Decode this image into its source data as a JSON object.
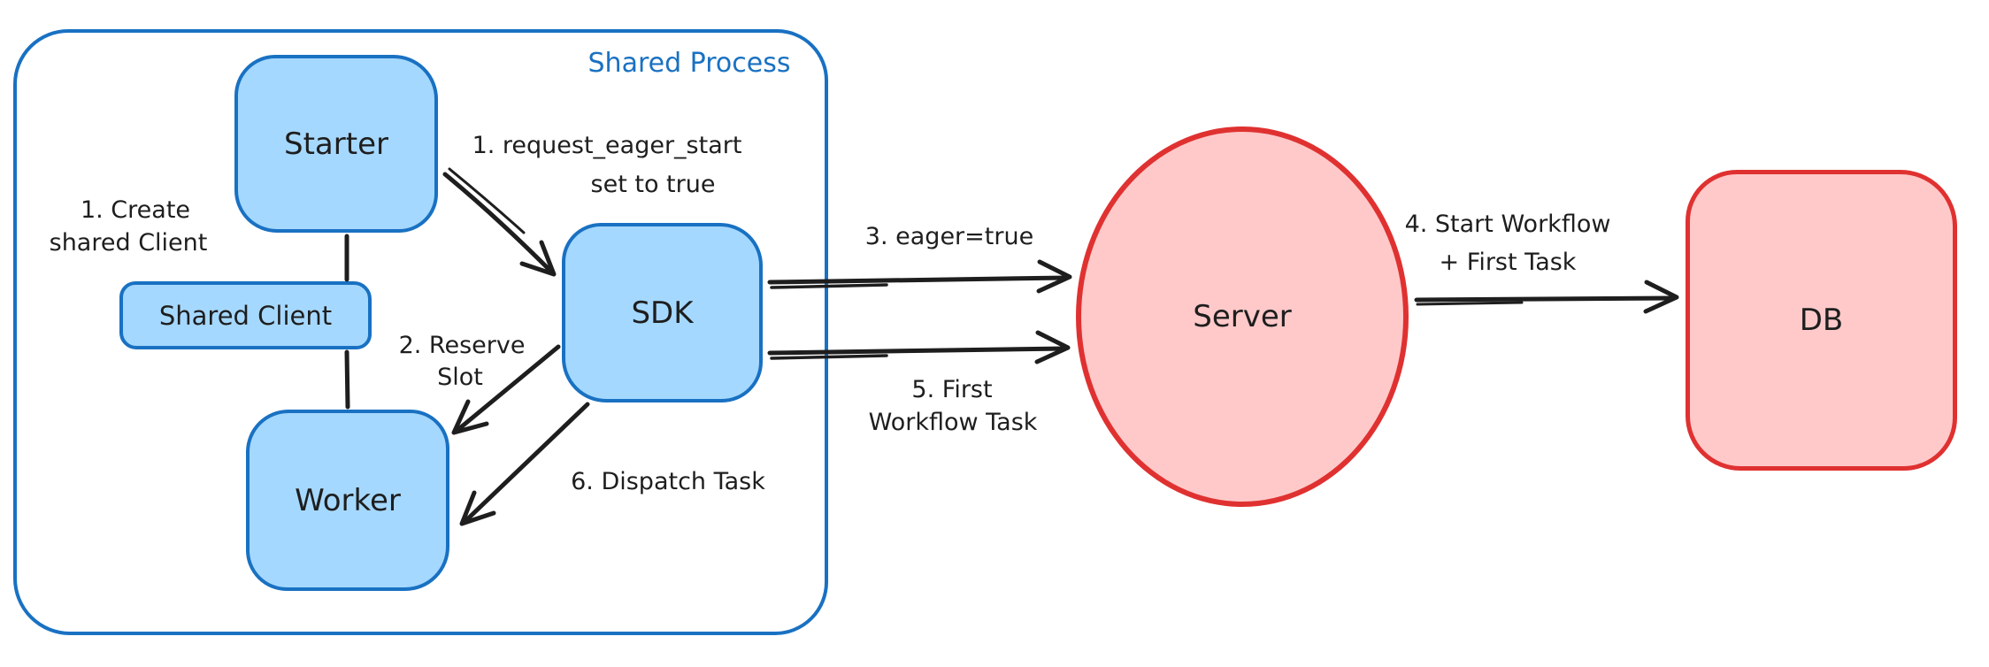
{
  "diagram": {
    "title": "Eager workflow start flow diagram",
    "container": {
      "label": "Shared Process"
    },
    "nodes": {
      "starter": {
        "label": "Starter"
      },
      "shared_client": {
        "label": "Shared Client"
      },
      "worker": {
        "label": "Worker"
      },
      "sdk": {
        "label": "SDK"
      },
      "server": {
        "label": "Server"
      },
      "db": {
        "label": "DB"
      }
    },
    "annotations": {
      "create_client_l1": "1. Create",
      "create_client_l2": "shared Client",
      "eager_start_l1": "1. request_eager_start",
      "eager_start_l2": "set to true",
      "reserve_l1": "2. Reserve",
      "reserve_l2": "Slot",
      "eager_true": "3. eager=true",
      "start_workflow_l1": "4. Start Workflow",
      "start_workflow_l2": "+ First Task",
      "first_task_l1": "5. First",
      "first_task_l2": "Workflow Task",
      "dispatch": "6. Dispatch Task"
    },
    "edges": [
      {
        "from": "starter",
        "to": "shared_client",
        "style": "line",
        "label": ""
      },
      {
        "from": "shared_client",
        "to": "worker",
        "style": "line",
        "label": ""
      },
      {
        "from": "starter",
        "to": "sdk",
        "style": "arrow",
        "label": "1. request_eager_start set to true"
      },
      {
        "from": "sdk",
        "to": "worker",
        "style": "arrow",
        "label": "2. Reserve Slot"
      },
      {
        "from": "sdk",
        "to": "server",
        "style": "arrow",
        "label": "3. eager=true"
      },
      {
        "from": "server",
        "to": "db",
        "style": "arrow",
        "label": "4. Start Workflow + First Task"
      },
      {
        "from": "sdk",
        "to": "server",
        "style": "arrow",
        "label": "5. First Workflow Task"
      },
      {
        "from": "sdk",
        "to": "worker",
        "style": "arrow",
        "label": "6. Dispatch Task"
      }
    ],
    "colors": {
      "blue_stroke": "#1971c2",
      "blue_fill": "#a5d8ff",
      "red_stroke": "#e03131",
      "red_fill": "#ffc9c9",
      "ink": "#1e1e1e",
      "background": "#ffffff"
    }
  }
}
